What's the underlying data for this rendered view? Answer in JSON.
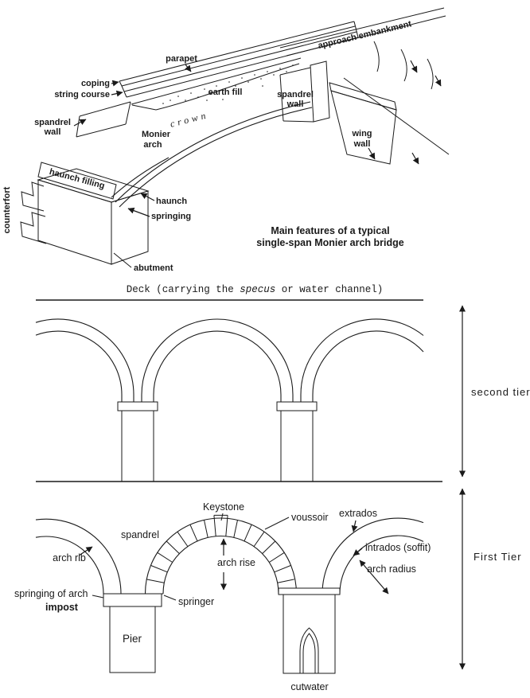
{
  "colors": {
    "ink": "#1a1a1a",
    "paper": "#ffffff"
  },
  "bridge": {
    "labels": {
      "parapet": "parapet",
      "coping": "coping",
      "string_course": "string course",
      "spandrel_left_1": "spandrel",
      "spandrel_left_2": "wall",
      "monier_1": "Monier",
      "monier_2": "arch",
      "haunch_filling": "haunch filling",
      "counterfort": "counterfort",
      "haunch": "haunch",
      "springing": "springing",
      "abutment": "abutment",
      "earth_fill": "earth fill",
      "crown": "crown",
      "spandrel_right_1": "spandrel",
      "spandrel_right_2": "wall",
      "wing_1": "wing",
      "wing_2": "wall",
      "approach_embankment": "approach embankment"
    },
    "caption_1": "Main features of a typical",
    "caption_2": "single-span Monier arch bridge"
  },
  "deck": {
    "prefix": "Deck (carrying the ",
    "italic": "specus",
    "suffix": " or water channel)"
  },
  "tiers": {
    "second": "second tier",
    "first": "First Tier"
  },
  "arcade": {
    "keystone": "Keystone",
    "voussoir": "voussoir",
    "extrados": "extrados",
    "intrados": "intrados (soffit)",
    "arch_radius": "arch radius",
    "arch_rise": "arch rise",
    "spandrel": "spandrel",
    "arch_rib": "arch rib",
    "springing_of_arch": "springing of arch",
    "impost": "impost",
    "springer": "springer",
    "pier": "Pier",
    "cutwater": "cutwater"
  }
}
